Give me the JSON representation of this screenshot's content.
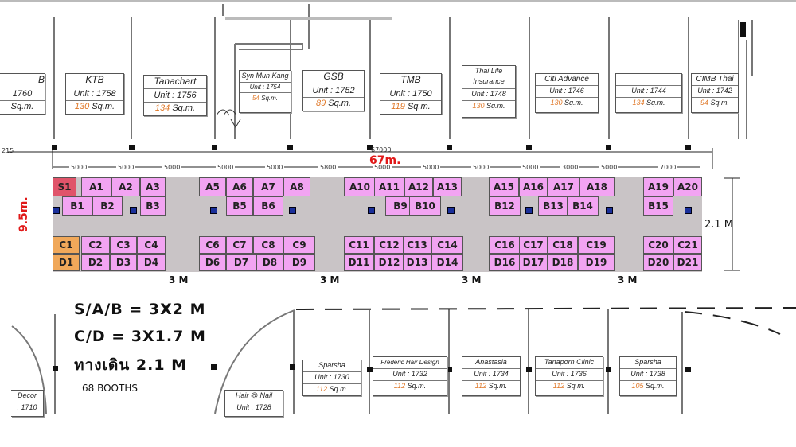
{
  "upper_units": [
    {
      "name": "",
      "unit": "1760",
      "sqm_num": "",
      "sqm_unit": "Sq.m."
    },
    {
      "name": "KTB",
      "unit": "Unit : 1758",
      "sqm_num": "130",
      "sqm_unit": "Sq.m."
    },
    {
      "name": "Tanachart",
      "unit": "Unit : 1756",
      "sqm_num": "134",
      "sqm_unit": "Sq.m."
    },
    {
      "name": "Syn Mun Kang Insurance",
      "unit": "Unit : 1754",
      "sqm_num": "54",
      "sqm_unit": "Sq.m."
    },
    {
      "name": "GSB",
      "unit": "Unit : 1752",
      "sqm_num": "89",
      "sqm_unit": "Sq.m."
    },
    {
      "name": "TMB",
      "unit": "Unit : 1750",
      "sqm_num": "119",
      "sqm_unit": "Sq.m."
    },
    {
      "name": "Thai Life Insurance",
      "unit": "Unit : 1748",
      "sqm_num": "130",
      "sqm_unit": "Sq.m."
    },
    {
      "name": "Citi Advance",
      "unit": "Unit : 1746",
      "sqm_num": "130",
      "sqm_unit": "Sq.m."
    },
    {
      "name": "",
      "unit": "Unit : 1744",
      "sqm_num": "134",
      "sqm_unit": "Sq.m."
    },
    {
      "name": "CIMB Thai",
      "unit": "Unit : 1742",
      "sqm_num": "94",
      "sqm_unit": "Sq.m."
    }
  ],
  "lower_units": [
    {
      "name": "Decor",
      "unit": ": 1710",
      "sqm_num": "",
      "sqm_unit": ""
    },
    {
      "name": "Hair @ Nail",
      "unit": "Unit : 1728",
      "sqm_num": "",
      "sqm_unit": ""
    },
    {
      "name": "Sparsha",
      "unit": "Unit : 1730",
      "sqm_num": "112",
      "sqm_unit": "Sq.m."
    },
    {
      "name": "Frederic Hair Design",
      "unit": "Unit : 1732",
      "sqm_num": "112",
      "sqm_unit": "Sq.m."
    },
    {
      "name": "Anastasia",
      "unit": "Unit : 1734",
      "sqm_num": "112",
      "sqm_unit": "Sq.m."
    },
    {
      "name": "Tanaporn Clinic",
      "unit": "Unit : 1736",
      "sqm_num": "112",
      "sqm_unit": "Sq.m."
    },
    {
      "name": "Sparsha",
      "unit": "Unit : 1738",
      "sqm_num": "105",
      "sqm_unit": "Sq.m."
    }
  ],
  "booths": {
    "row_a": [
      "S1",
      "A1",
      "A2",
      "A3",
      "A5",
      "A6",
      "A7",
      "A8",
      "A10",
      "A11",
      "A12",
      "A13",
      "A15",
      "A16",
      "A17",
      "A18",
      "A19",
      "A20"
    ],
    "row_b": [
      "B1",
      "B2",
      "B3",
      "B5",
      "B6",
      "B9",
      "B10",
      "B12",
      "B13",
      "B14",
      "B15"
    ],
    "row_c": [
      "C1",
      "C2",
      "C3",
      "C4",
      "C6",
      "C7",
      "C8",
      "C9",
      "C11",
      "C12",
      "C13",
      "C14",
      "C16",
      "C17",
      "C18",
      "C19",
      "C20",
      "C21"
    ],
    "row_d": [
      "D1",
      "D2",
      "D3",
      "D4",
      "D6",
      "D7",
      "D8",
      "D9",
      "D11",
      "D12",
      "D13",
      "D14",
      "D16",
      "D17",
      "D18",
      "D19",
      "D20",
      "D21"
    ]
  },
  "dimensions": {
    "left_edge": "215",
    "total_mm": "67000",
    "total_m": "67m.",
    "segments": [
      "5000",
      "5000",
      "5000",
      "5000",
      "5000",
      "5800",
      "5000",
      "5000",
      "5000",
      "5000",
      "3000",
      "5000",
      "7000"
    ],
    "height_m": "9.5m.",
    "aisle_right": "2.1 M",
    "cross_aisles": [
      "3 M",
      "3 M",
      "3 M",
      "3 M"
    ]
  },
  "legend": {
    "line1": "S/A/B = 3X2 M",
    "line2": "C/D = 3X1.7 M",
    "line3": "ทางเดิน 2.1 M",
    "count": "68 BOOTHS"
  },
  "colors": {
    "booth": "#f2a4f2",
    "s_booth": "#e0546a",
    "c_booth": "#f0a85a",
    "corridor": "#c9c4c6",
    "area_num": "#e0792a",
    "callout": "#e01818"
  }
}
